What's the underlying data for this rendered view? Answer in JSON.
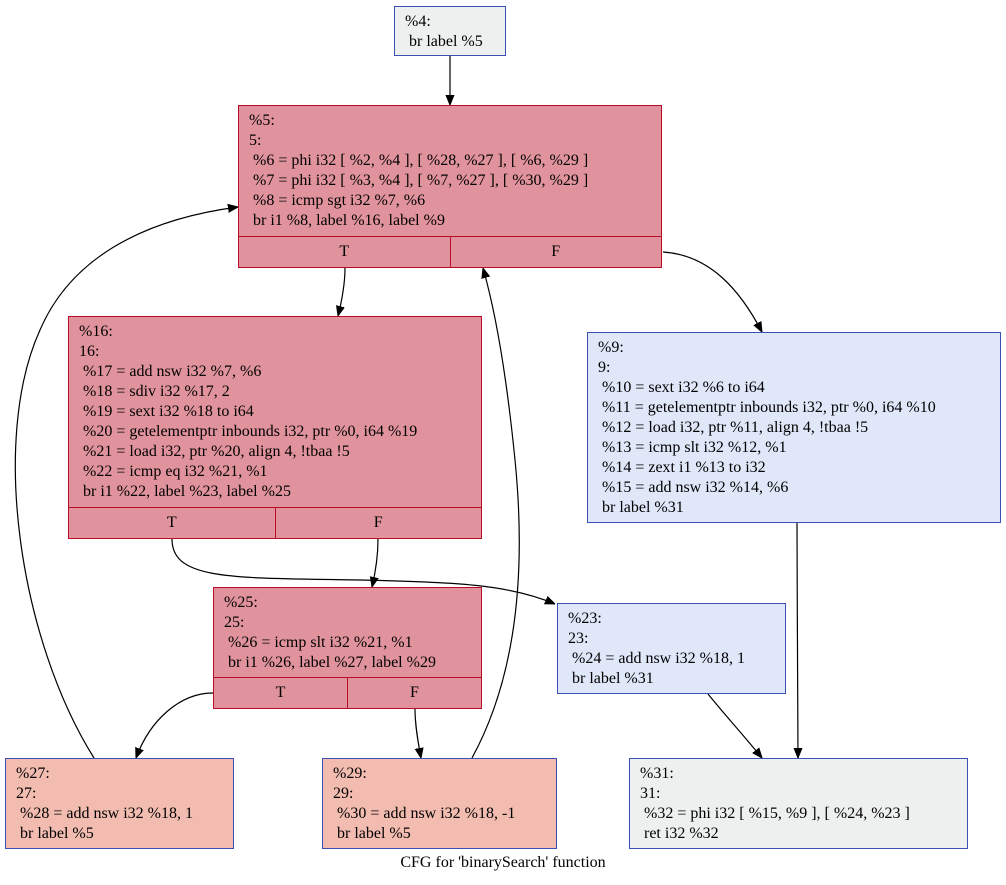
{
  "caption": "CFG for 'binarySearch' function",
  "colors": {
    "hot": "#e0939c",
    "warm": "#f2bcb0",
    "cool": "#dfe7f9",
    "neutral": "#eef0ef",
    "border_blue": "#3c4fb4",
    "border_red": "#b70d28"
  },
  "nodes": {
    "n4": {
      "lines": [
        "%4:",
        " br label %5"
      ]
    },
    "n5": {
      "lines": [
        "%5:",
        "5:",
        " %6 = phi i32 [ %2, %4 ], [ %28, %27 ], [ %6, %29 ]",
        " %7 = phi i32 [ %3, %4 ], [ %7, %27 ], [ %30, %29 ]",
        " %8 = icmp sgt i32 %7, %6",
        " br i1 %8, label %16, label %9"
      ],
      "ports": [
        "T",
        "F"
      ]
    },
    "n16": {
      "lines": [
        "%16:",
        "16:",
        " %17 = add nsw i32 %7, %6",
        " %18 = sdiv i32 %17, 2",
        " %19 = sext i32 %18 to i64",
        " %20 = getelementptr inbounds i32, ptr %0, i64 %19",
        " %21 = load i32, ptr %20, align 4, !tbaa !5",
        " %22 = icmp eq i32 %21, %1",
        " br i1 %22, label %23, label %25"
      ],
      "ports": [
        "T",
        "F"
      ]
    },
    "n9": {
      "lines": [
        "%9:",
        "9:",
        " %10 = sext i32 %6 to i64",
        " %11 = getelementptr inbounds i32, ptr %0, i64 %10",
        " %12 = load i32, ptr %11, align 4, !tbaa !5",
        " %13 = icmp slt i32 %12, %1",
        " %14 = zext i1 %13 to i32",
        " %15 = add nsw i32 %14, %6",
        " br label %31"
      ]
    },
    "n25": {
      "lines": [
        "%25:",
        "25:",
        " %26 = icmp slt i32 %21, %1",
        " br i1 %26, label %27, label %29"
      ],
      "ports": [
        "T",
        "F"
      ]
    },
    "n23": {
      "lines": [
        "%23:",
        "23:",
        " %24 = add nsw i32 %18, 1",
        " br label %31"
      ]
    },
    "n27": {
      "lines": [
        "%27:",
        "27:",
        " %28 = add nsw i32 %18, 1",
        " br label %5"
      ]
    },
    "n29": {
      "lines": [
        "%29:",
        "29:",
        " %30 = add nsw i32 %18, -1",
        " br label %5"
      ]
    },
    "n31": {
      "lines": [
        "%31:",
        "31:",
        " %32 = phi i32 [ %15, %9 ], [ %24, %23 ]",
        " ret i32 %32"
      ]
    }
  }
}
